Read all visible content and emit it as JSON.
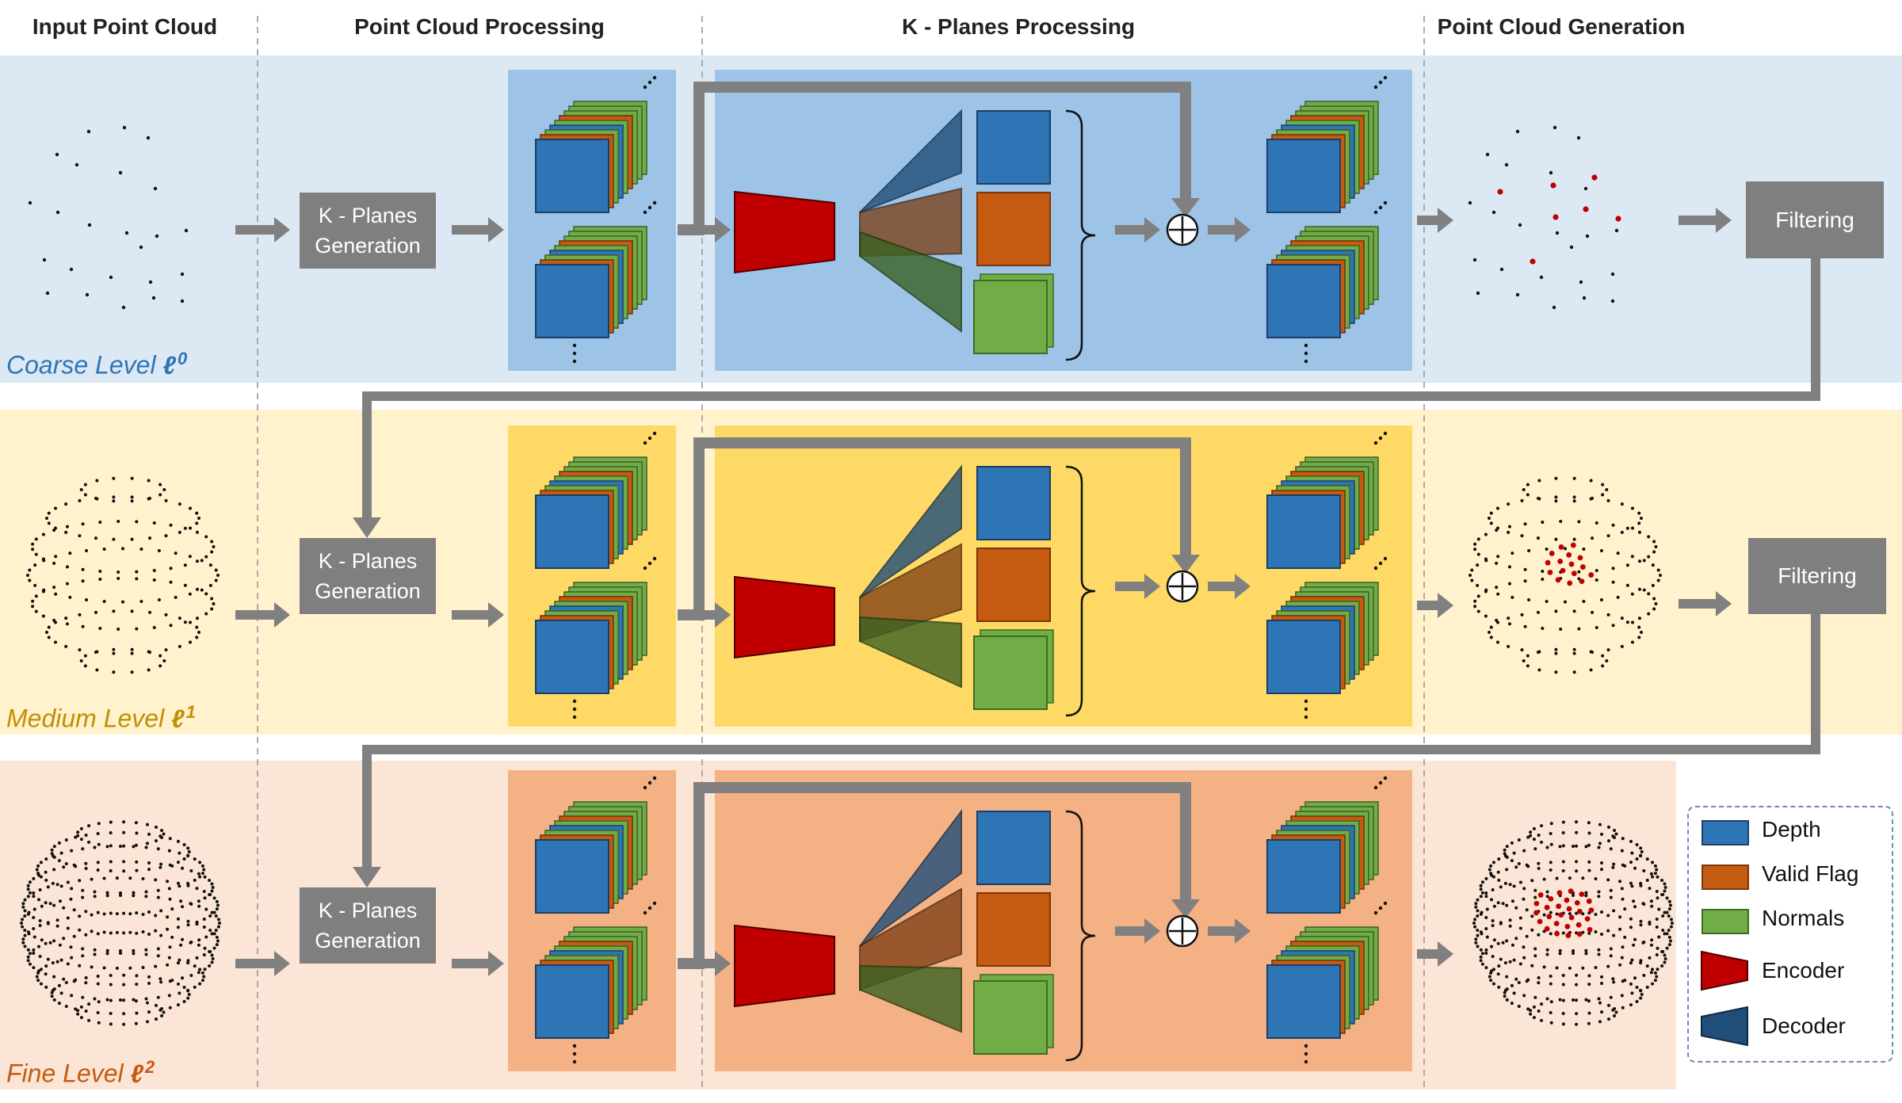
{
  "headers": {
    "input": "Input Point Cloud",
    "processing": "Point Cloud Processing",
    "kplanes": "K - Planes Processing",
    "generation": "Point Cloud Generation"
  },
  "levels": [
    {
      "name": "Coarse Level ",
      "symbol": "ℓ",
      "index": "0",
      "color": "#2e75b6",
      "band": "#dce9f5",
      "panel": "#9dc3e6"
    },
    {
      "name": "Medium Level ",
      "symbol": "ℓ",
      "index": "1",
      "color": "#bf9000",
      "band": "#fff2cc",
      "panel": "#ffd966"
    },
    {
      "name": "Fine Level ",
      "symbol": "ℓ",
      "index": "2",
      "color": "#c55a11",
      "band": "#fbe5d6",
      "panel": "#f4b183"
    }
  ],
  "blocks": {
    "kplanes_generation": "K - Planes\nGeneration",
    "filtering": "Filtering"
  },
  "legend": [
    {
      "label": "Depth",
      "color": "#2e75b6",
      "shape": "square"
    },
    {
      "label": "Valid Flag",
      "color": "#c55a11",
      "shape": "square"
    },
    {
      "label": "Normals",
      "color": "#70ad47",
      "shape": "square"
    },
    {
      "label": "Encoder",
      "color": "#c00000",
      "shape": "encoder-trapezoid"
    },
    {
      "label": "Decoder",
      "color": "#1f4e79",
      "shape": "decoder-trapezoid"
    }
  ],
  "colors": {
    "depth": "#2e75b6",
    "valid_flag": "#c55a11",
    "normals": "#70ad47",
    "encoder": "#c00000",
    "decoder": "#1f4e79",
    "arrow": "#808080",
    "new_points": "#c00000"
  },
  "symbols": {
    "sum": "⊕"
  }
}
